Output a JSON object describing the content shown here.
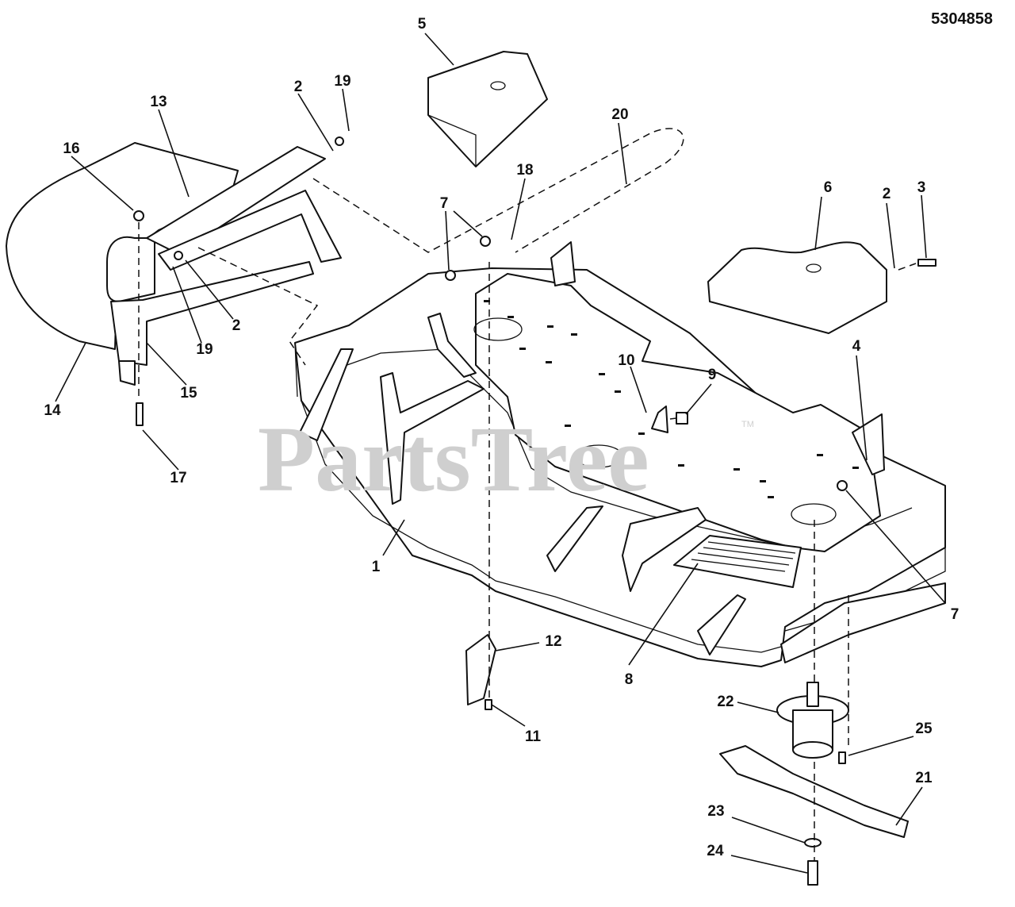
{
  "document_number": "5304858",
  "watermark": "PartsTree",
  "watermark_tm": "TM",
  "callouts": {
    "c1": "1",
    "c2a": "2",
    "c2b": "2",
    "c2c": "2",
    "c3": "3",
    "c4": "4",
    "c5": "5",
    "c6": "6",
    "c7a": "7",
    "c7b": "7",
    "c8": "8",
    "c9": "9",
    "c10": "10",
    "c11": "11",
    "c12": "12",
    "c13": "13",
    "c14": "14",
    "c15": "15",
    "c16": "16",
    "c17": "17",
    "c18": "18",
    "c19a": "19",
    "c19b": "19",
    "c20": "20",
    "c21": "21",
    "c22": "22",
    "c23": "23",
    "c24": "24",
    "c25": "25"
  }
}
